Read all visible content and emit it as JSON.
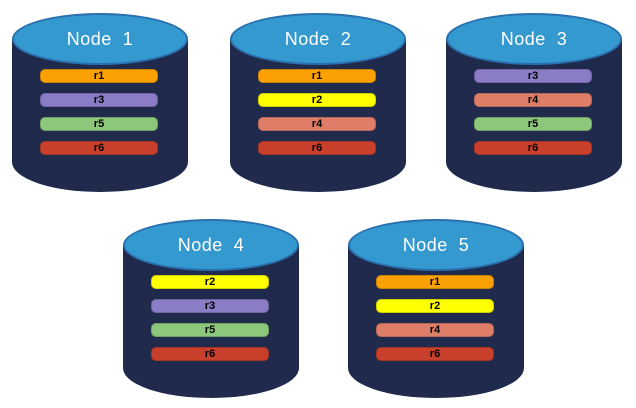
{
  "palette": {
    "background": "#FFFFFF",
    "cylinder_body": "#1F2A4C",
    "cylinder_top": "#3399CF",
    "cylinder_top_border": "#2A70AE",
    "title_text": "#FFFFFF",
    "bar_text": "#000000"
  },
  "replica_colors": {
    "r1": "#FCA104",
    "r2": "#FFFF00",
    "r3": "#8A7CC5",
    "r4": "#DF7E68",
    "r5": "#8DC77B",
    "r6": "#C8402B"
  },
  "nodes": [
    {
      "title": "Node  1",
      "bars": [
        {
          "label": "r1",
          "color": "#FCA104"
        },
        {
          "label": "r3",
          "color": "#8A7CC5"
        },
        {
          "label": "r5",
          "color": "#8DC77B"
        },
        {
          "label": "r6",
          "color": "#C8402B"
        }
      ]
    },
    {
      "title": "Node  2",
      "bars": [
        {
          "label": "r1",
          "color": "#FCA104"
        },
        {
          "label": "r2",
          "color": "#FFFF00"
        },
        {
          "label": "r4",
          "color": "#DF7E68"
        },
        {
          "label": "r6",
          "color": "#C8402B"
        }
      ]
    },
    {
      "title": "Node  3",
      "bars": [
        {
          "label": "r3",
          "color": "#8A7CC5"
        },
        {
          "label": "r4",
          "color": "#DF7E68"
        },
        {
          "label": "r5",
          "color": "#8DC77B"
        },
        {
          "label": "r6",
          "color": "#C8402B"
        }
      ]
    },
    {
      "title": "Node  4",
      "bars": [
        {
          "label": "r2",
          "color": "#FFFF00"
        },
        {
          "label": "r3",
          "color": "#8A7CC5"
        },
        {
          "label": "r5",
          "color": "#8DC77B"
        },
        {
          "label": "r6",
          "color": "#C8402B"
        }
      ]
    },
    {
      "title": "Node  5",
      "bars": [
        {
          "label": "r1",
          "color": "#FCA104"
        },
        {
          "label": "r2",
          "color": "#FFFF00"
        },
        {
          "label": "r4",
          "color": "#DF7E68"
        },
        {
          "label": "r6",
          "color": "#C8402B"
        }
      ]
    }
  ]
}
